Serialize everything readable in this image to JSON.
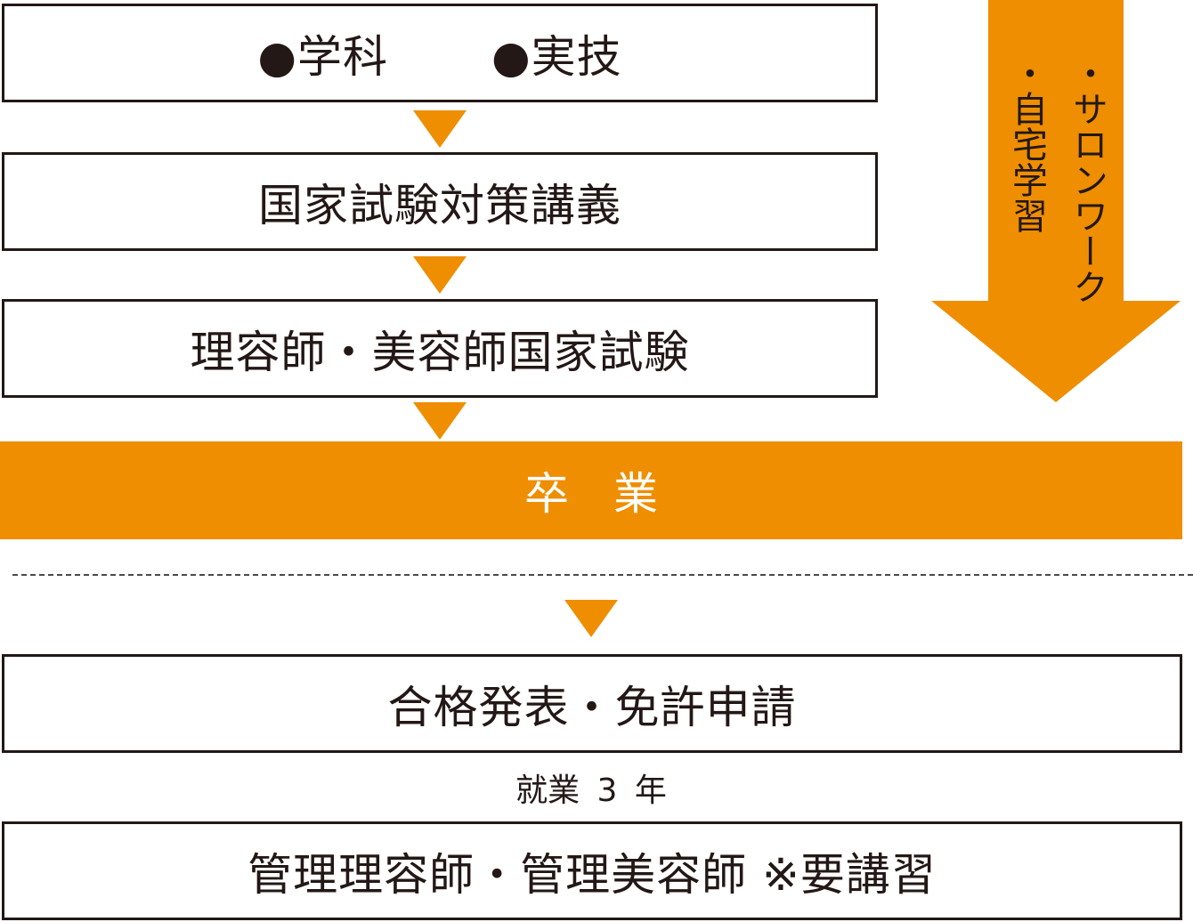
{
  "steps": {
    "subjects": {
      "item1": "●学科",
      "item2": "●実技"
    },
    "exam_prep": "国家試験対策講義",
    "national_exam": "理容師・美容師国家試験",
    "graduation": "卒　業",
    "license": "合格発表・免許申請",
    "work_years": "就業 3 年",
    "manager": "管理理容師・管理美容師 ※要講習"
  },
  "side": {
    "line1": "・サロンワーク",
    "line2": "・自宅学習"
  },
  "colors": {
    "accent": "#ee8e00",
    "border": "#231815"
  }
}
